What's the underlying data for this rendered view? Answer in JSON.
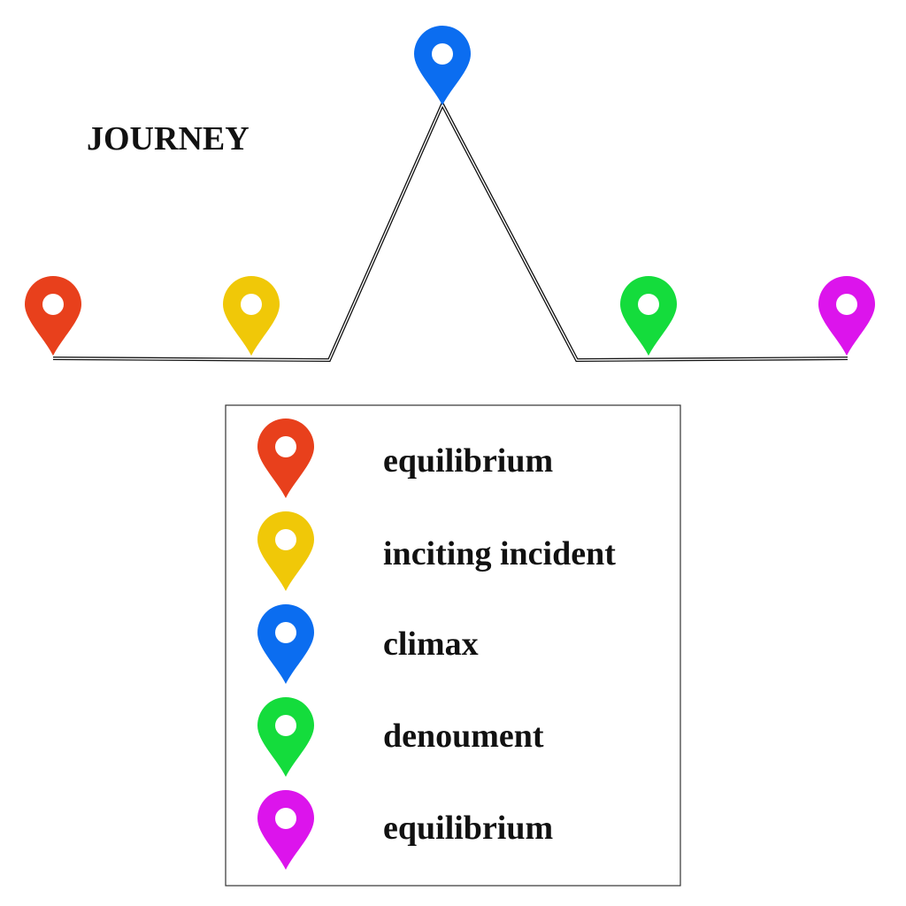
{
  "title": "JOURNEY",
  "stages": [
    {
      "key": "equilibrium-start",
      "label": "equilibrium",
      "color": "#e8401c"
    },
    {
      "key": "inciting-incident",
      "label": "inciting incident",
      "color": "#f0c808"
    },
    {
      "key": "climax",
      "label": "climax",
      "color": "#0b6df0"
    },
    {
      "key": "denoument",
      "label": "denoument",
      "color": "#14dc3c"
    },
    {
      "key": "equilibrium-end",
      "label": "equilibrium",
      "color": "#dc14ec"
    }
  ],
  "pin_icon": "map-pin-icon"
}
